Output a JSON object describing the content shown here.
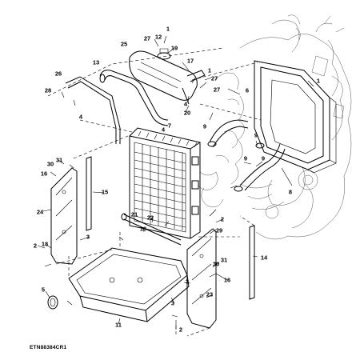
{
  "figure_code": "ETN88384CR1",
  "callouts": [
    {
      "id": "c1a",
      "text": "1"
    },
    {
      "id": "c1b",
      "text": "1"
    },
    {
      "id": "c1c",
      "text": "1"
    },
    {
      "id": "c2a",
      "text": "2"
    },
    {
      "id": "c2b",
      "text": "2"
    },
    {
      "id": "c2c",
      "text": "2"
    },
    {
      "id": "c3a",
      "text": "3"
    },
    {
      "id": "c3b",
      "text": "3"
    },
    {
      "id": "c3c",
      "text": "3"
    },
    {
      "id": "c4a",
      "text": "4"
    },
    {
      "id": "c4b",
      "text": "4"
    },
    {
      "id": "c4c",
      "text": "4"
    },
    {
      "id": "c5",
      "text": "5"
    },
    {
      "id": "c6",
      "text": "6"
    },
    {
      "id": "c7",
      "text": "7"
    },
    {
      "id": "c8",
      "text": "8"
    },
    {
      "id": "c9a",
      "text": "9"
    },
    {
      "id": "c9b",
      "text": "9"
    },
    {
      "id": "c9c",
      "text": "9"
    },
    {
      "id": "c9d",
      "text": "9"
    },
    {
      "id": "c10",
      "text": "10"
    },
    {
      "id": "c11",
      "text": "11"
    },
    {
      "id": "c12",
      "text": "12"
    },
    {
      "id": "c13",
      "text": "13"
    },
    {
      "id": "c14",
      "text": "14"
    },
    {
      "id": "c15",
      "text": "15"
    },
    {
      "id": "c16a",
      "text": "16"
    },
    {
      "id": "c16b",
      "text": "16"
    },
    {
      "id": "c17",
      "text": "17"
    },
    {
      "id": "c18",
      "text": "18"
    },
    {
      "id": "c19",
      "text": "19"
    },
    {
      "id": "c20",
      "text": "20"
    },
    {
      "id": "c21",
      "text": "21"
    },
    {
      "id": "c22",
      "text": "22"
    },
    {
      "id": "c23",
      "text": "23"
    },
    {
      "id": "c24",
      "text": "24"
    },
    {
      "id": "c25",
      "text": "25"
    },
    {
      "id": "c26",
      "text": "26"
    },
    {
      "id": "c27a",
      "text": "27"
    },
    {
      "id": "c27b",
      "text": "27"
    },
    {
      "id": "c27c",
      "text": "27"
    },
    {
      "id": "c28",
      "text": "28"
    },
    {
      "id": "c29",
      "text": "29"
    },
    {
      "id": "c30a",
      "text": "30"
    },
    {
      "id": "c30b",
      "text": "30"
    },
    {
      "id": "c31a",
      "text": "31"
    },
    {
      "id": "c31b",
      "text": "31"
    }
  ]
}
